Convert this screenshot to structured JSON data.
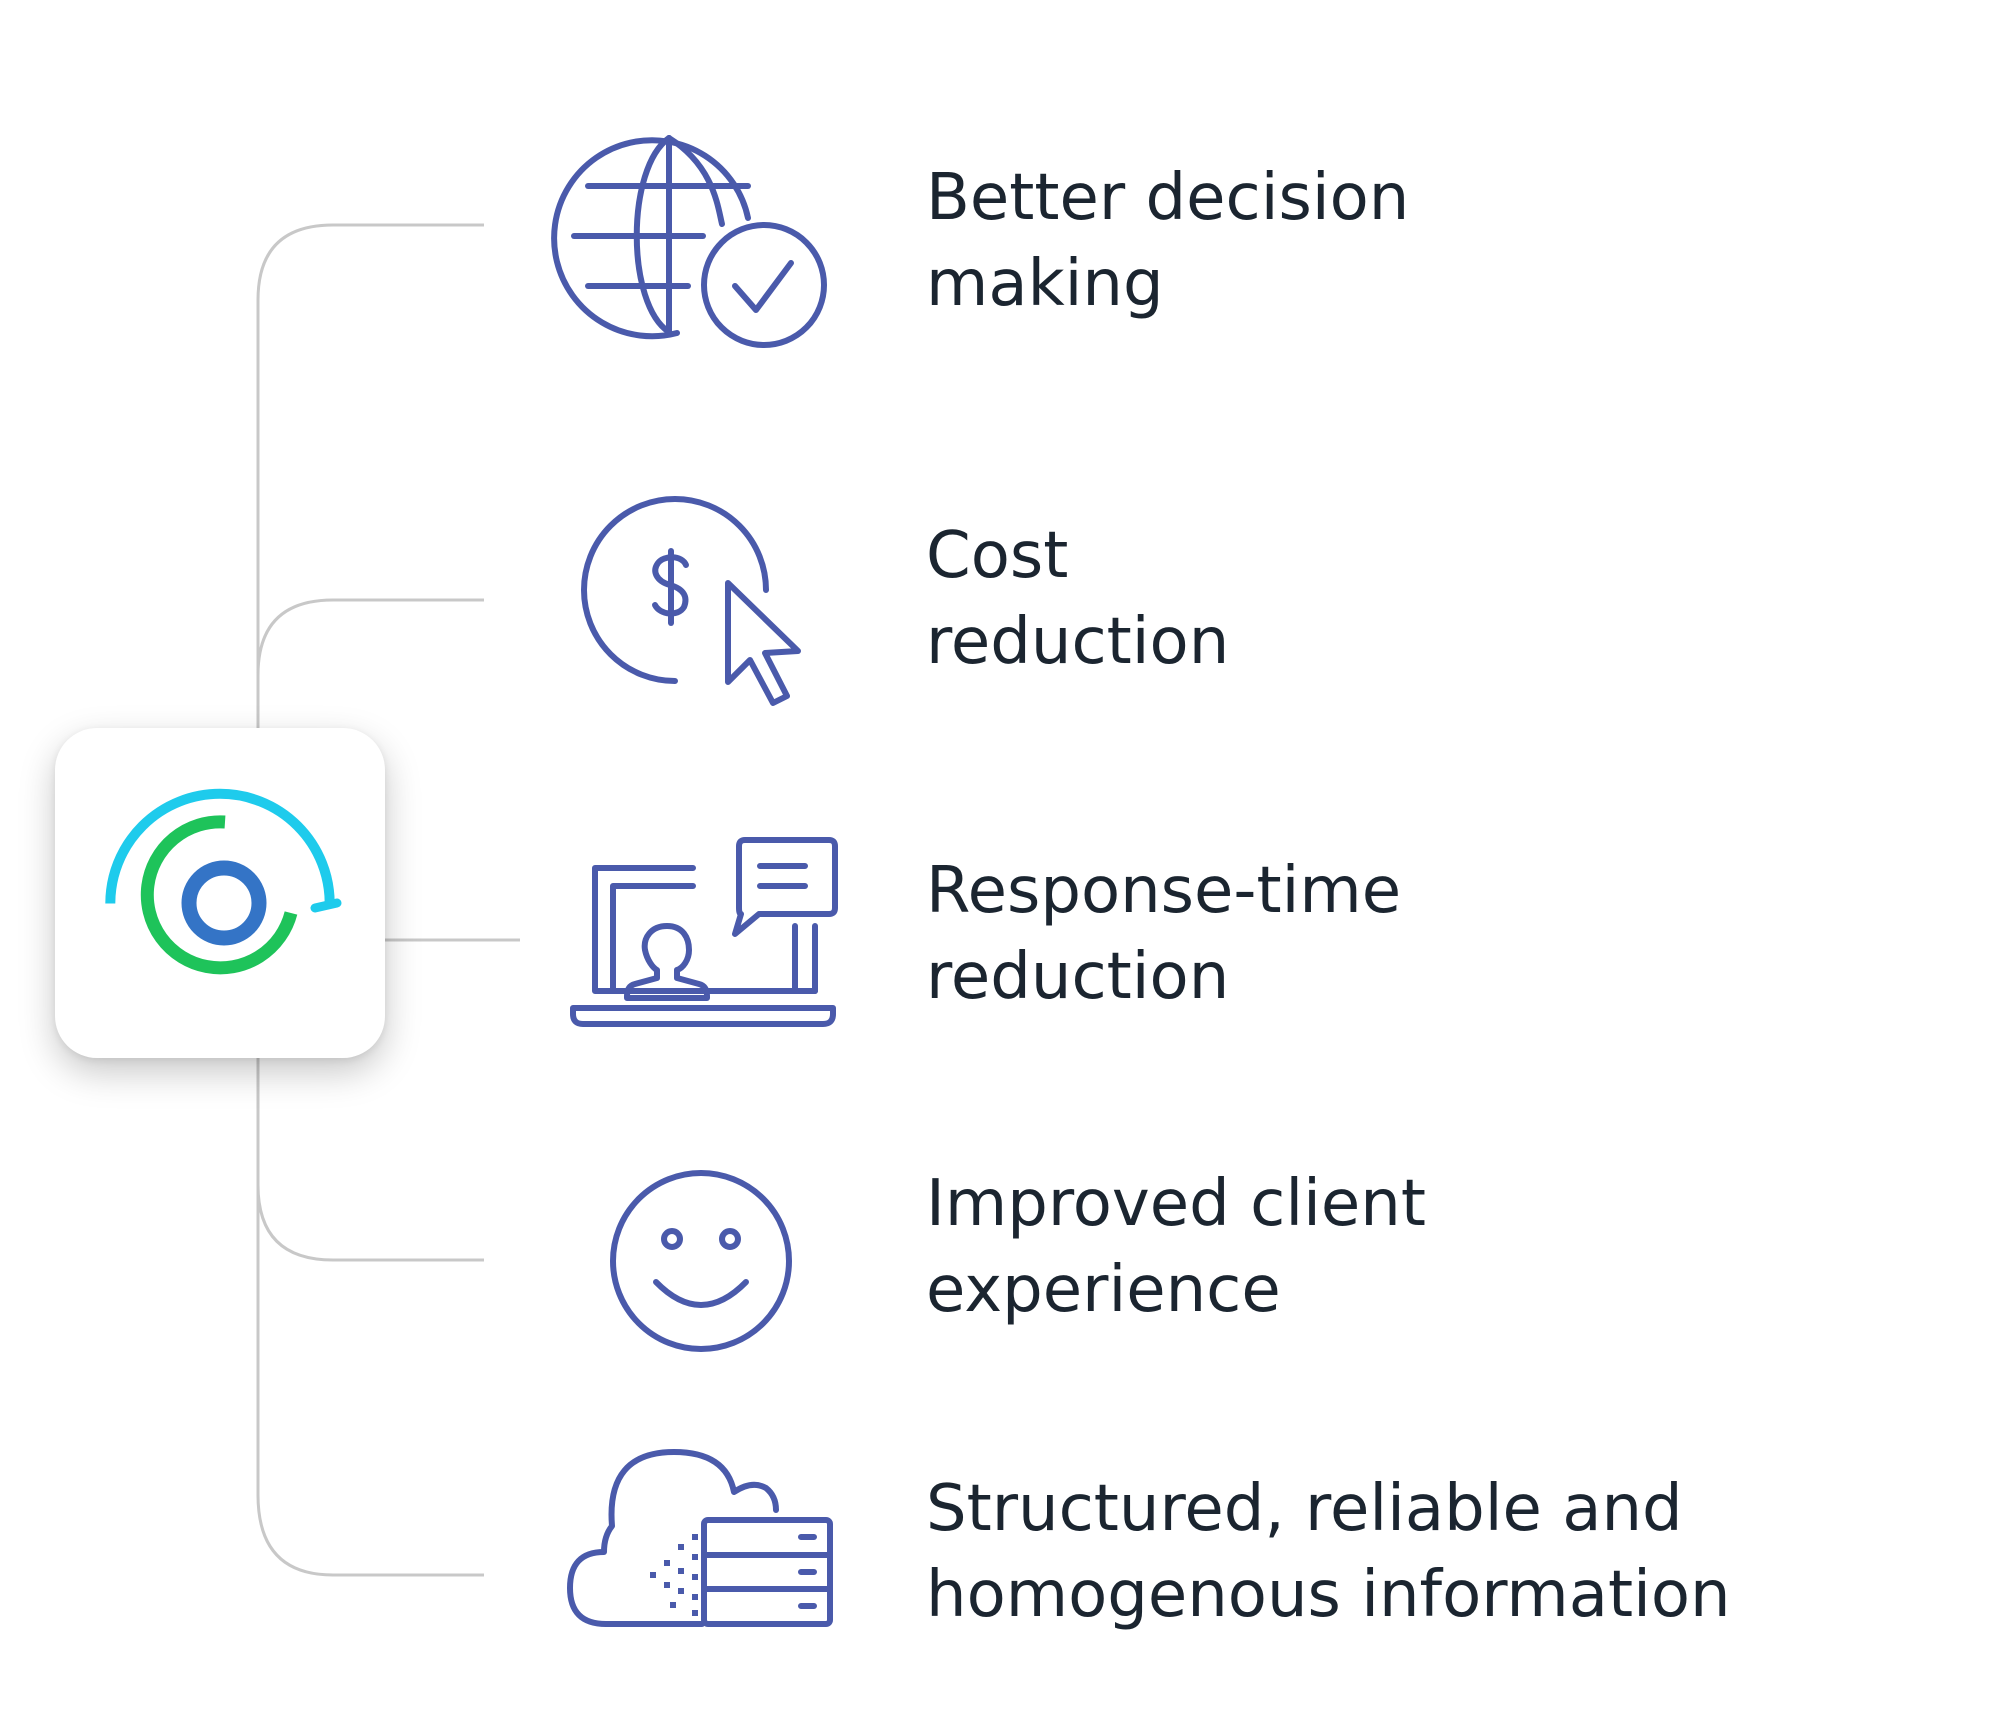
{
  "benefits": [
    {
      "icon": "globe-check-icon",
      "line1": "Better decision",
      "line2": "making"
    },
    {
      "icon": "dollar-cursor-icon",
      "line1": "Cost",
      "line2": "reduction"
    },
    {
      "icon": "laptop-chat-icon",
      "line1": "Response-time",
      "line2": "reduction"
    },
    {
      "icon": "smiley-face-icon",
      "line1": "Improved client",
      "line2": "experience"
    },
    {
      "icon": "cloud-server-icon",
      "line1": "Structured, reliable and",
      "line2": "homogenous information"
    }
  ],
  "colors": {
    "icon_stroke": "#4a5aab",
    "connector": "#c8c8c8",
    "text": "#1b2530",
    "logo_cyan": "#1ecbec",
    "logo_green": "#1ec35a",
    "logo_blue": "#3474c6"
  }
}
